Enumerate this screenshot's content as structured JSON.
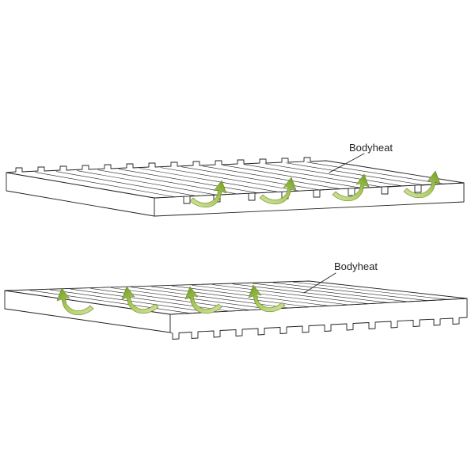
{
  "mattresses": [
    {
      "id": "top",
      "label": "Bodyheat"
    },
    {
      "id": "bottom",
      "label": "Bodyheat"
    }
  ],
  "colors": {
    "outline": "#231f20",
    "arrow_light": "#c8dc8c",
    "arrow_dark": "#7aa22a",
    "background": "#ffffff"
  }
}
